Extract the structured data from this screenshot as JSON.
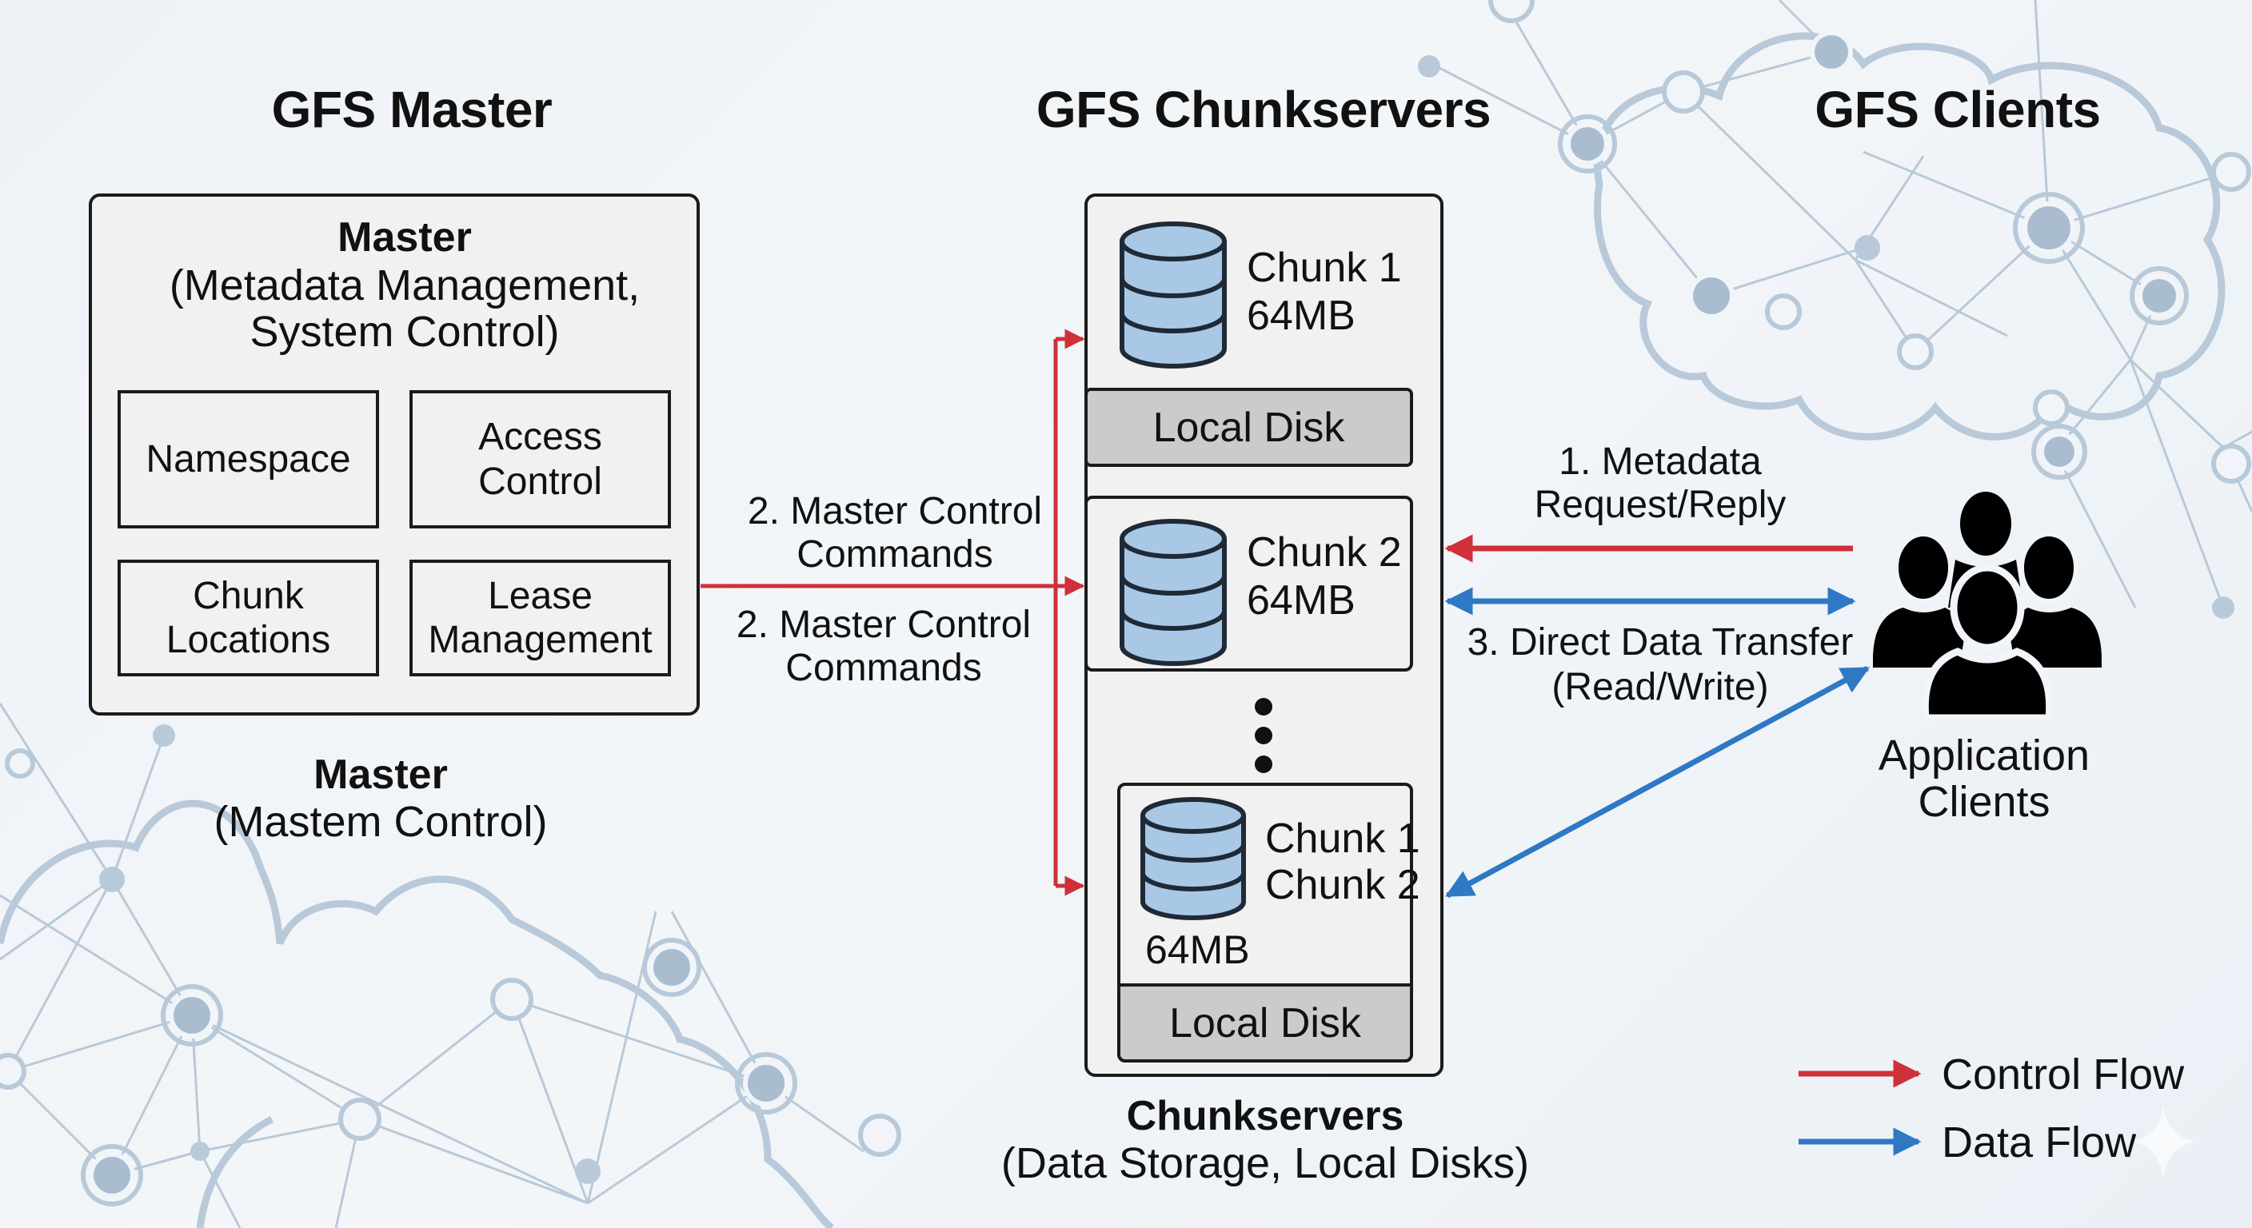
{
  "colors": {
    "control_flow": "#d0303a",
    "data_flow": "#2f78c4",
    "disk_fill": "#a8c8e6",
    "box_fill": "#f1f1f1",
    "local_disk_fill": "#cbcbcb",
    "network_background": "#b7c8d8"
  },
  "sections": {
    "master_title": "GFS Master",
    "chunkservers_title": "GFS Chunkservers",
    "clients_title": "GFS Clients"
  },
  "master": {
    "heading": "Master",
    "subheading_line1": "(Metadata Management,",
    "subheading_line2": "System Control)",
    "components": [
      {
        "line1": "Namespace",
        "line2": ""
      },
      {
        "line1": "Access",
        "line2": "Control"
      },
      {
        "line1": "Chunk",
        "line2": "Locations"
      },
      {
        "line1": "Lease",
        "line2": "Management"
      }
    ],
    "caption_title": "Master",
    "caption_subtitle": "(Mastem Control)"
  },
  "chunkservers": {
    "server1": {
      "chunk": "Chunk 1",
      "size": "64MB",
      "disk": "Local Disk"
    },
    "server2": {
      "chunk": "Chunk 2",
      "size": "64MB"
    },
    "ellipsis": "⋮",
    "server3": {
      "chunk_a": "Chunk 1",
      "chunk_b": "Chunk 2",
      "size": "64MB",
      "disk": "Local Disk"
    },
    "caption_title": "Chunkservers",
    "caption_subtitle": "(Data Storage, Local Disks)"
  },
  "flows": {
    "master_commands_top_line1": "2. Master Control",
    "master_commands_top_line2": "Commands",
    "master_commands_bottom_line1": "2. Master Control",
    "master_commands_bottom_line2": "Commands",
    "metadata_line1": "1. Metadata",
    "metadata_line2": "Request/Reply",
    "data_transfer_line1": "3. Direct Data Transfer",
    "data_transfer_line2": "(Read/Write)"
  },
  "clients": {
    "icon": "users-group-icon",
    "label_line1": "Application",
    "label_line2": "Clients"
  },
  "legend": {
    "control_flow": "Control Flow",
    "data_flow": "Data Flow"
  }
}
